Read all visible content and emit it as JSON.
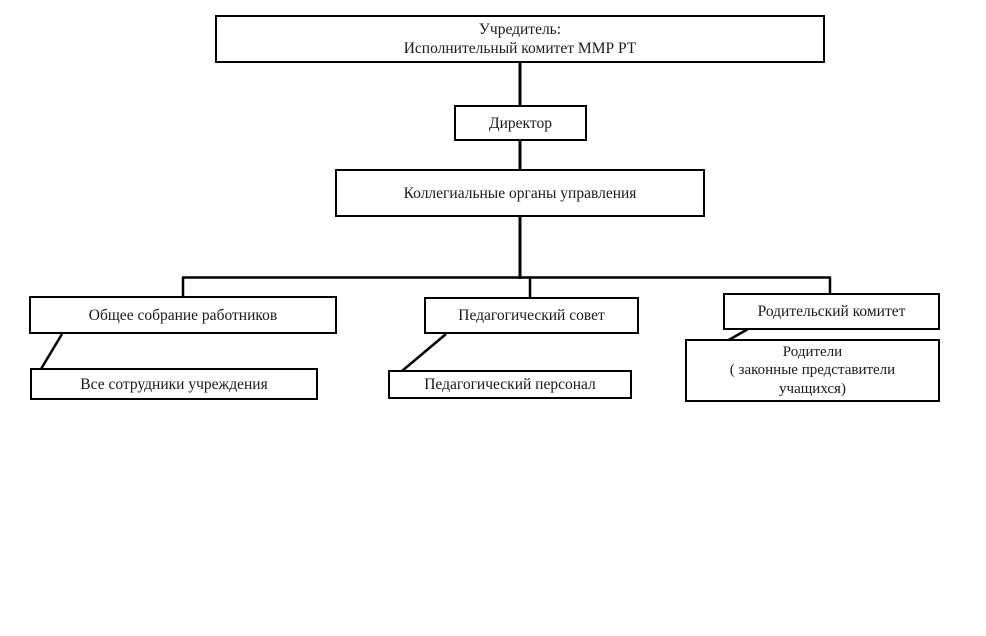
{
  "diagram": {
    "type": "org-chart",
    "background": "#ffffff",
    "line_color": "#000000",
    "text_color": "#1a1a1a",
    "nodes": {
      "founder": {
        "line1": "Учредитель:",
        "line2": "Исполнительный комитет ММР РТ"
      },
      "director": {
        "label": "Директор"
      },
      "collegial": {
        "label": "Коллегиальные органы управления"
      },
      "assembly": {
        "label": "Общее собрание работников"
      },
      "pedcouncil": {
        "label": "Педагогический совет"
      },
      "parentcommittee": {
        "label": "Родительский комитет"
      },
      "staff": {
        "label": "Все сотрудники учреждения"
      },
      "pedstaff": {
        "label": "Педагогический персонал"
      },
      "parents": {
        "line1": "Родители",
        "line2": "( законные представители",
        "line3": "учащихся)"
      }
    },
    "edges": [
      [
        "founder",
        "director"
      ],
      [
        "director",
        "collegial"
      ],
      [
        "collegial",
        "assembly"
      ],
      [
        "collegial",
        "pedcouncil"
      ],
      [
        "collegial",
        "parentcommittee"
      ],
      [
        "assembly",
        "staff"
      ],
      [
        "pedcouncil",
        "pedstaff"
      ],
      [
        "parentcommittee",
        "parents"
      ]
    ]
  }
}
